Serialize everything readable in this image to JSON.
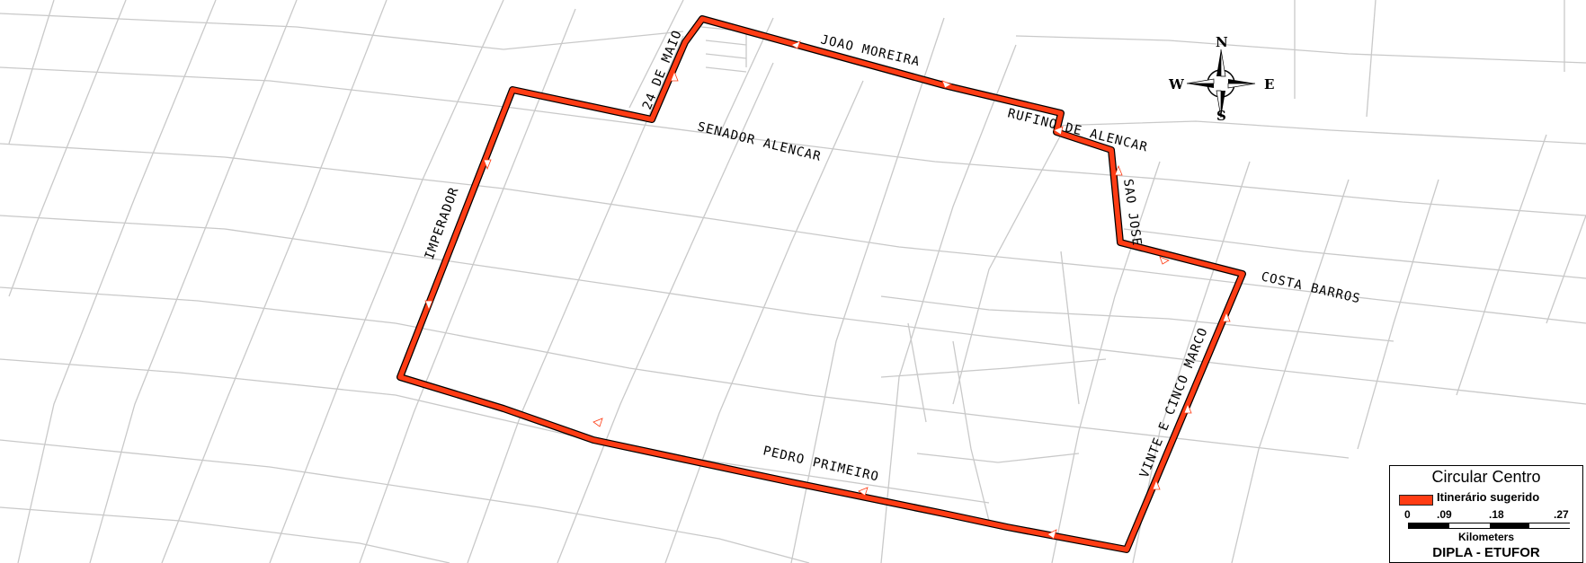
{
  "route_color": "#ff3c14",
  "street_color": "#c9c9c9",
  "streets": {
    "joao_moreira": "JOAO MOREIRA",
    "vinte_quatro_maio": "24 DE MAIO",
    "senador_alencar": "SENADOR ALENCAR",
    "rufino_alencar": "RUFINO DE ALENCAR",
    "sao_jose": "SAO JOSE",
    "costa_barros": "COSTA BARROS",
    "imperador": "IMPERADOR",
    "vinte_cinco_marco": "VINTE E CINCO MARCO",
    "pedro_primeiro": "PEDRO PRIMEIRO"
  },
  "compass": {
    "north": "N",
    "south": "S",
    "east": "E",
    "west": "W"
  },
  "legend": {
    "title": "Circular Centro",
    "item": "Itinerário sugerido",
    "scale_ticks": [
      "0",
      ".09",
      ".18",
      ".27"
    ],
    "scale_unit": "Kilometers",
    "footer": "DIPLA - ETUFOR"
  }
}
